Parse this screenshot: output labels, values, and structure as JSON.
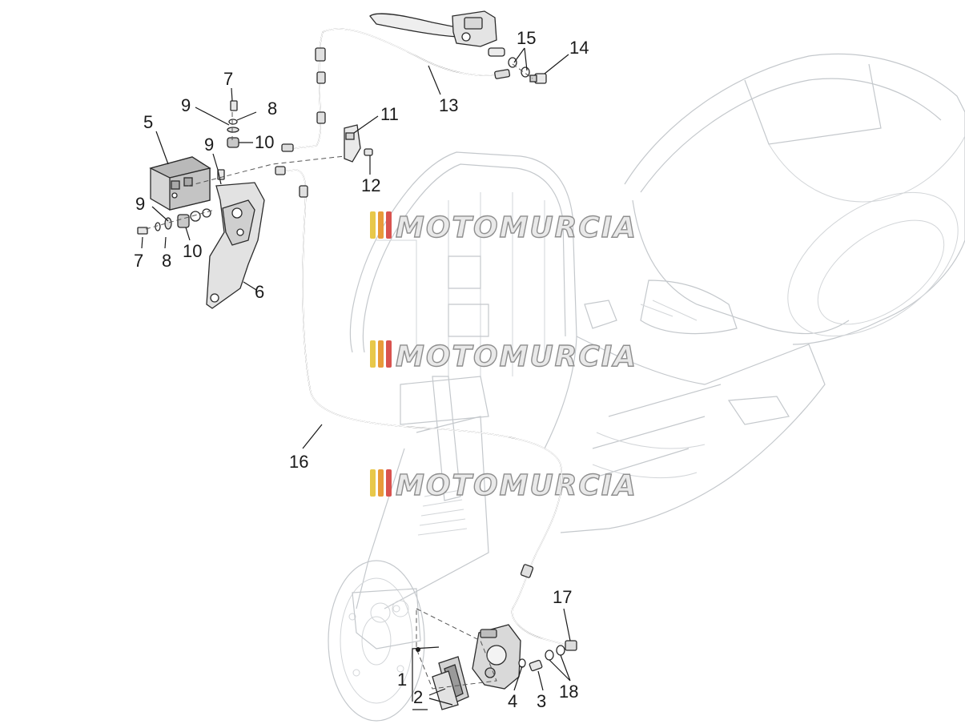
{
  "watermark": {
    "text": "MOTOMURCIA",
    "stripe_colors": [
      "#e8c84a",
      "#e89a3a",
      "#d9534f"
    ]
  },
  "callouts": [
    {
      "id": "c1",
      "label": "1"
    },
    {
      "id": "c2",
      "label": "2"
    },
    {
      "id": "c3",
      "label": "3"
    },
    {
      "id": "c4",
      "label": "4"
    },
    {
      "id": "c5",
      "label": "5"
    },
    {
      "id": "c6",
      "label": "6"
    },
    {
      "id": "c7a",
      "label": "7"
    },
    {
      "id": "c7b",
      "label": "7"
    },
    {
      "id": "c8a",
      "label": "8"
    },
    {
      "id": "c8b",
      "label": "8"
    },
    {
      "id": "c9a",
      "label": "9"
    },
    {
      "id": "c9b",
      "label": "9"
    },
    {
      "id": "c9c",
      "label": "9"
    },
    {
      "id": "c10a",
      "label": "10"
    },
    {
      "id": "c10b",
      "label": "10"
    },
    {
      "id": "c11",
      "label": "11"
    },
    {
      "id": "c12",
      "label": "12"
    },
    {
      "id": "c13",
      "label": "13"
    },
    {
      "id": "c14",
      "label": "14"
    },
    {
      "id": "c15",
      "label": "15"
    },
    {
      "id": "c16",
      "label": "16"
    },
    {
      "id": "c17",
      "label": "17"
    },
    {
      "id": "c18",
      "label": "18"
    }
  ]
}
